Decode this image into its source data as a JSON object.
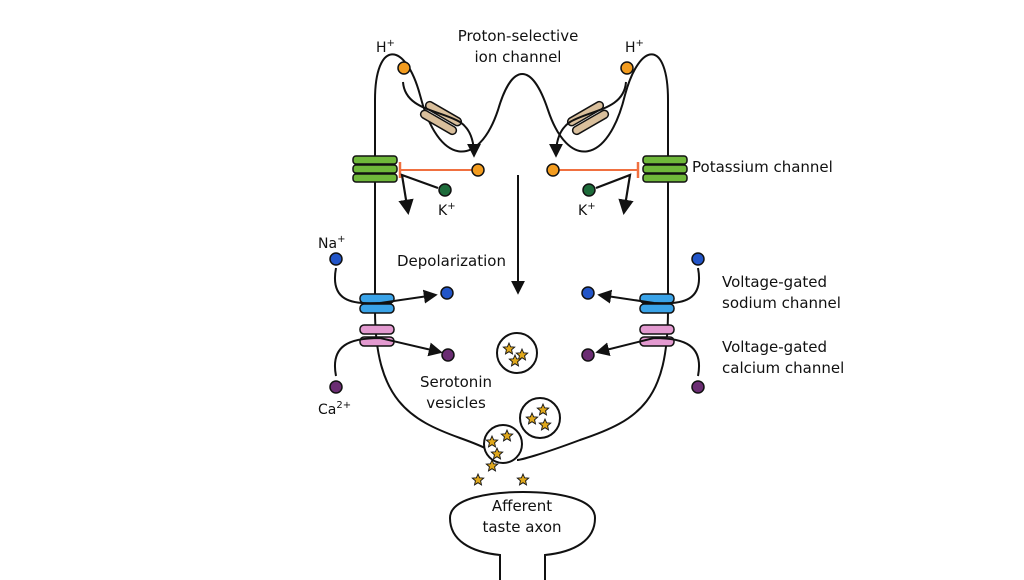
{
  "labels": {
    "proton_channel": [
      "Proton-selective",
      "ion channel"
    ],
    "potassium_channel": "Potassium channel",
    "depolarization": "Depolarization",
    "sodium_channel": [
      "Voltage-gated",
      "sodium channel"
    ],
    "calcium_channel": [
      "Voltage-gated",
      "calcium channel"
    ],
    "serotonin_vesicles": [
      "Serotonin",
      "vesicles"
    ],
    "afferent_axon": [
      "Afferent",
      "taste axon"
    ]
  },
  "ions": {
    "h_left": "H",
    "h_right": "H",
    "h_charge": "+",
    "k_left": "K",
    "k_right": "K",
    "k_charge": "+",
    "na": "Na",
    "na_charge": "+",
    "ca": "Ca",
    "ca_charge": "2+"
  },
  "colors": {
    "proton": "#f39c1f",
    "potassium": "#1d6b3a",
    "sodium": "#2255c8",
    "calcium": "#6b2d73",
    "proton_channel": "#d9bf9c",
    "potassium_channel": "#6fb83a",
    "sodium_channel": "#3aa3e8",
    "calcium_channel": "#e39ad0",
    "inhibit": "#f07040",
    "serotonin": "#e0a81c"
  }
}
